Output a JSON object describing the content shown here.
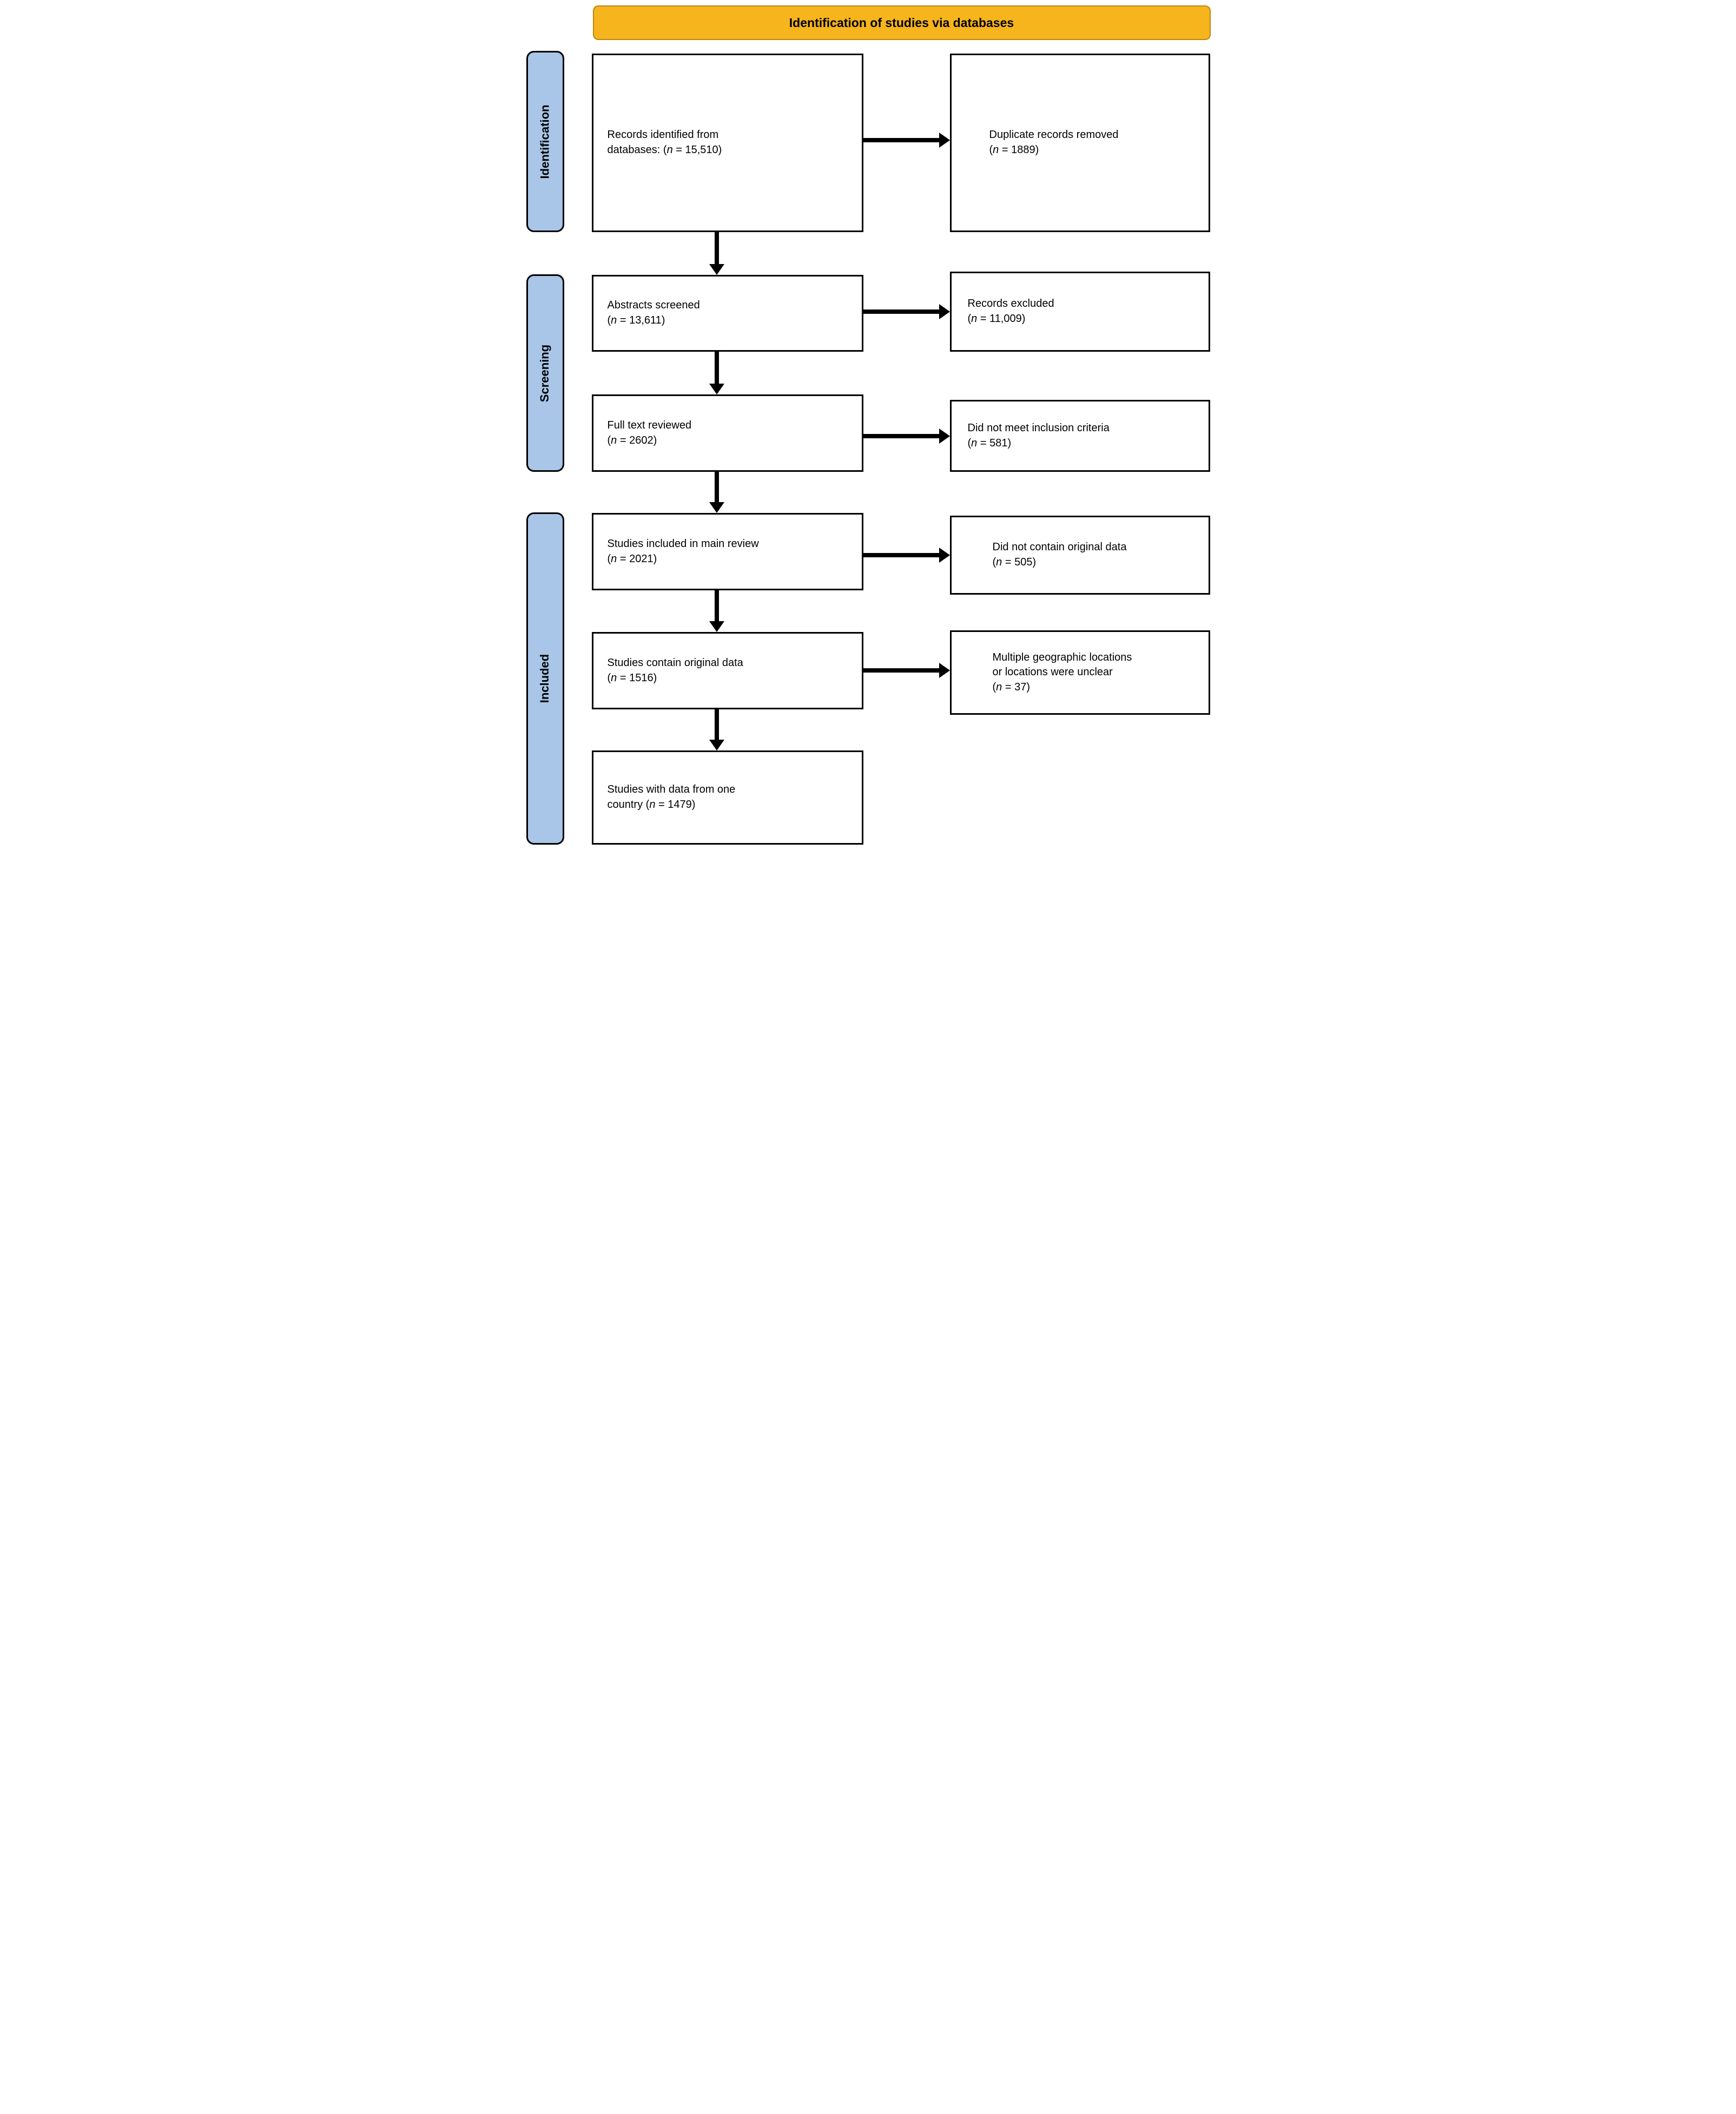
{
  "banner": {
    "title": "Identification of studies via databases",
    "bg_color": "#F6B41D"
  },
  "stages": [
    {
      "label": "Identification"
    },
    {
      "label": "Screening"
    },
    {
      "label": "Included"
    }
  ],
  "colors": {
    "stage_fill": "#A9C6E8",
    "box_border": "#000000",
    "arrow": "#000000",
    "banner_fill": "#F6B41D"
  },
  "flow": {
    "main_boxes": [
      {
        "n": "15,510",
        "lines": [
          "Records identified from",
          "databases: (n = 15,510)"
        ]
      },
      {
        "n": "13,611",
        "lines": [
          "Abstracts screened",
          "(n = 13,611)"
        ]
      },
      {
        "n": "2602",
        "lines": [
          "Full text reviewed",
          "(n = 2602)"
        ]
      },
      {
        "n": "2021",
        "lines": [
          "Studies included in main review",
          "(n = 2021)"
        ]
      },
      {
        "n": "1516",
        "lines": [
          "Studies contain original data",
          "(n = 1516)"
        ]
      },
      {
        "n": "1479",
        "lines": [
          "Studies with data from one",
          "country (n = 1479)"
        ]
      }
    ],
    "side_boxes": [
      {
        "n": "1889",
        "lines": [
          "Duplicate records removed",
          "(n = 1889)"
        ]
      },
      {
        "n": "11,009",
        "lines": [
          "Records excluded",
          "(n = 11,009)"
        ]
      },
      {
        "n": "581",
        "lines": [
          "Did not meet inclusion criteria",
          "(n = 581)"
        ]
      },
      {
        "n": "505",
        "lines": [
          "Did not contain original data",
          "(n = 505)"
        ]
      },
      {
        "n": "37",
        "lines": [
          "Multiple geographic locations",
          "or locations were unclear",
          "(n = 37)"
        ]
      }
    ]
  }
}
